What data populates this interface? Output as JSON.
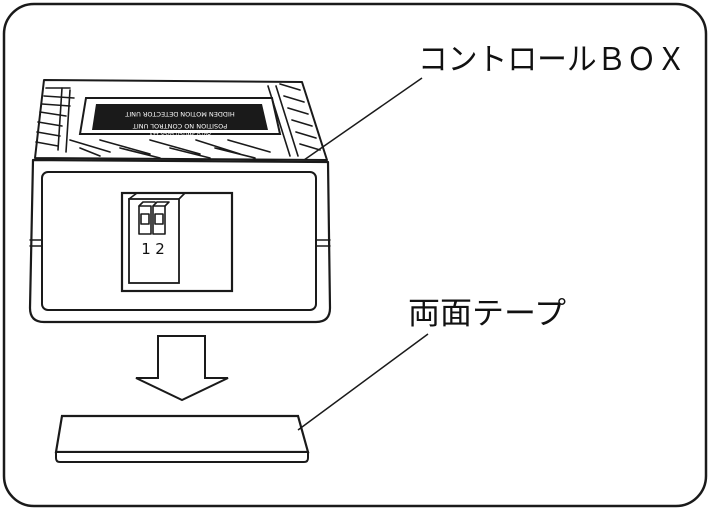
{
  "callouts": {
    "control_box": "コントロールＢＯＸ",
    "tape": "両面テープ"
  },
  "device": {
    "label_plate_lines": [
      "HIDDEN MOTION DETECTOR UNIT",
      "POSITION NO CONTROL UNIT",
      "AUTO SWITCH LOCK 12V"
    ],
    "dip_numbers": [
      "1",
      "2"
    ]
  },
  "colors": {
    "ink": "#1a1a1a",
    "background": "#ffffff",
    "plate_fill": "#1a1a1a"
  },
  "icons": {
    "arrow": "down-arrow-icon"
  }
}
